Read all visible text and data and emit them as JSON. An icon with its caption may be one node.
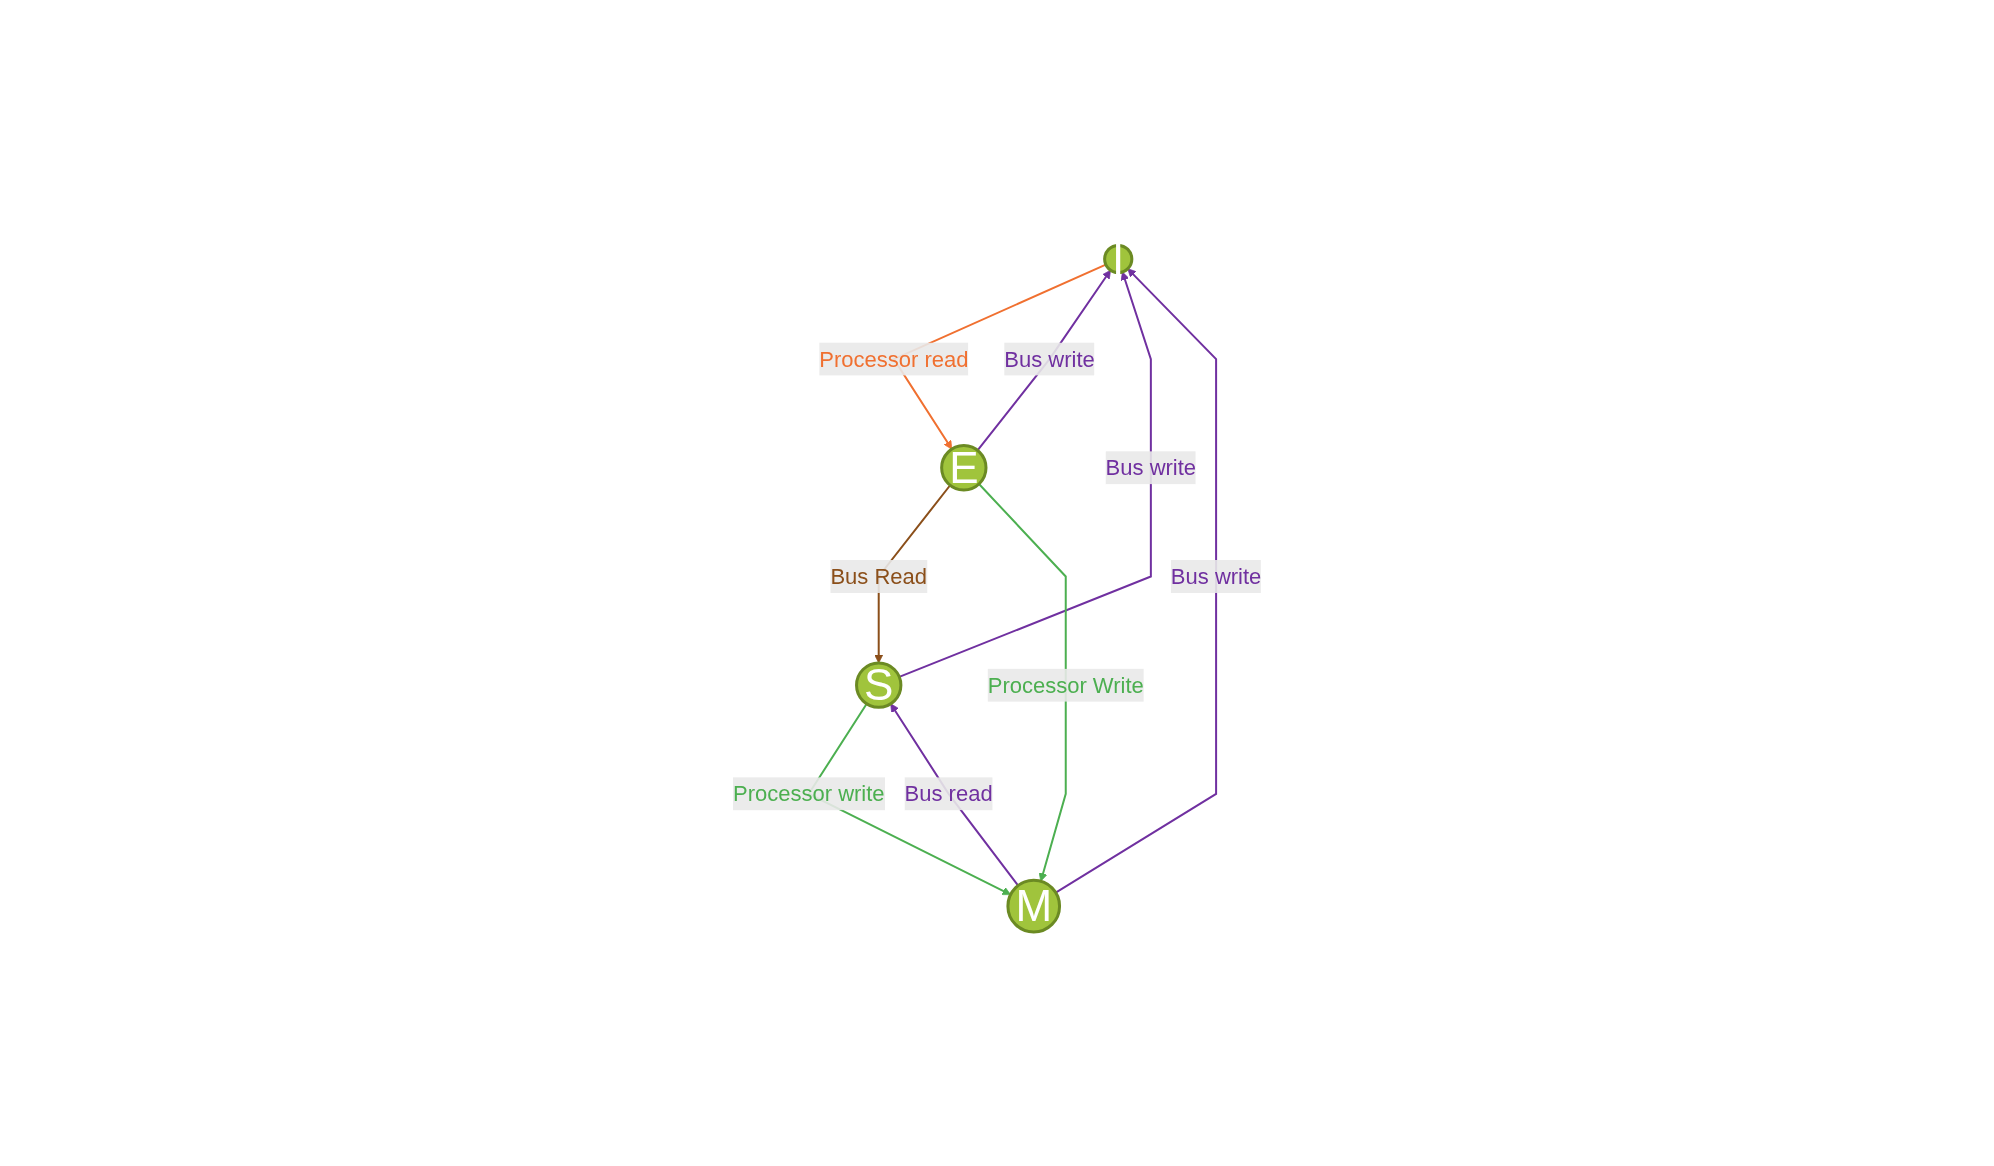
{
  "diagram": {
    "nodes": [
      {
        "text": [
          "I"
        ]
      },
      {
        "text": [
          "S"
        ]
      },
      {
        "text": [
          "E"
        ]
      },
      {
        "text": [
          "M"
        ]
      }
    ],
    "edges": [
      {
        "from": 1,
        "to": 0,
        "arrow": "to",
        "label": "Bus write",
        "color": "#7030a0"
      },
      {
        "from": 0,
        "to": 2,
        "arrow": "to",
        "label": "Processor read",
        "color": "#f07030"
      },
      {
        "from": 2,
        "to": 0,
        "arrow": "to",
        "label": "Bus write",
        "color": "#7030a0"
      },
      {
        "from": 2,
        "to": 1,
        "arrow": "to",
        "label": "Bus Read",
        "color": "#8b4f1a"
      },
      {
        "from": 3,
        "to": 0,
        "arrow": "to",
        "label": "Bus write",
        "color": "#7030a0"
      },
      {
        "from": 1,
        "to": 3,
        "arrow": "to",
        "label": "Processor write",
        "color": "#4caf50"
      },
      {
        "from": 3,
        "to": 1,
        "arrow": "to",
        "label": "Bus read",
        "color": "#7030a0"
      },
      {
        "from": 2,
        "to": 3,
        "arrow": "to",
        "label": "Processor Write",
        "color": "#4caf50"
      }
    ]
  }
}
